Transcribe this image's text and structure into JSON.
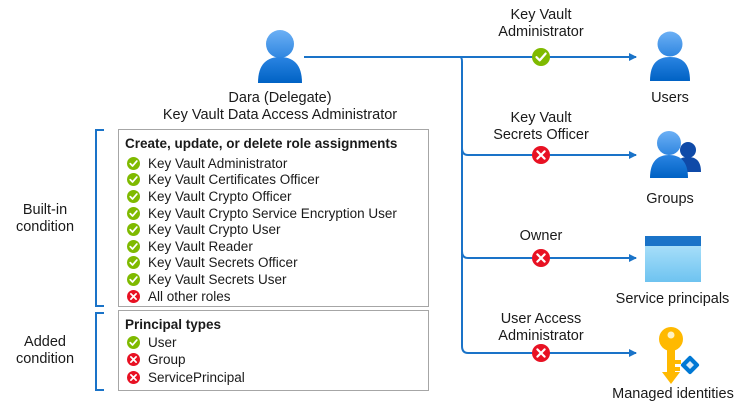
{
  "delegate": {
    "name": "Dara (Delegate)",
    "role": "Key Vault Data Access Administrator"
  },
  "conditions": {
    "builtin_label": [
      "Built-in",
      "condition"
    ],
    "added_label": [
      "Added",
      "condition"
    ]
  },
  "box": {
    "roles_header": "Create, update, or delete role assignments",
    "roles": [
      {
        "label": "Key Vault Administrator",
        "status": "allowed"
      },
      {
        "label": "Key Vault Certificates Officer",
        "status": "allowed"
      },
      {
        "label": "Key Vault Crypto Officer",
        "status": "allowed"
      },
      {
        "label": "Key Vault Crypto Service Encryption User",
        "status": "allowed"
      },
      {
        "label": "Key Vault Crypto User",
        "status": "allowed"
      },
      {
        "label": "Key Vault Reader",
        "status": "allowed"
      },
      {
        "label": "Key Vault Secrets Officer",
        "status": "allowed"
      },
      {
        "label": "Key Vault Secrets User",
        "status": "allowed"
      },
      {
        "label": "All other roles",
        "status": "denied"
      }
    ],
    "principal_header": "Principal types",
    "principals": [
      {
        "label": "User",
        "status": "allowed"
      },
      {
        "label": "Group",
        "status": "denied"
      },
      {
        "label": "ServicePrincipal",
        "status": "denied"
      }
    ]
  },
  "branches": [
    {
      "role_lines": [
        "Key Vault",
        "Administrator"
      ],
      "status": "allowed",
      "target": "Users",
      "target_icon": "user-icon"
    },
    {
      "role_lines": [
        "Key Vault",
        "Secrets Officer"
      ],
      "status": "denied",
      "target": "Groups",
      "target_icon": "group-icon"
    },
    {
      "role_lines": [
        "Owner"
      ],
      "status": "denied",
      "target": "Service principals",
      "target_icon": "app-window-icon"
    },
    {
      "role_lines": [
        "User Access",
        "Administrator"
      ],
      "status": "denied",
      "target": "Managed identities",
      "target_icon": "key-identity-icon"
    }
  ],
  "colors": {
    "allowed": "#7fba00",
    "denied": "#e81123",
    "arrow": "#1a73c8",
    "person_light": "#5ea0ef",
    "person_dark": "#0078d4",
    "bracket": "#1a73c8",
    "key": "#ffb900"
  }
}
